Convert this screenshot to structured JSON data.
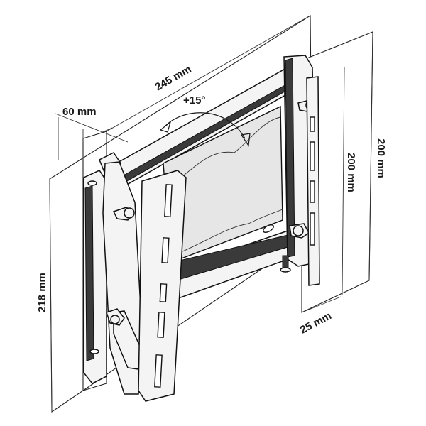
{
  "dimensions": {
    "width_label": "245 mm",
    "depth_label": "60 mm",
    "height_label": "218 mm",
    "tilt_label": "+15°",
    "plate_height_outer_label": "200 mm",
    "plate_height_inner_label": "200 mm",
    "plate_width_label": "25 mm"
  },
  "colors": {
    "line": "#1a1a1a",
    "metal_light": "#f4f4f4",
    "metal_dark": "#3a3a3a",
    "background": "#ffffff"
  }
}
